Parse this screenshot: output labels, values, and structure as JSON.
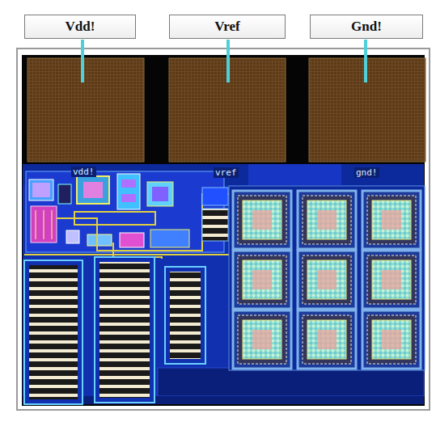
{
  "diagram": {
    "nodes": [
      {
        "text": [
          "Vdd!"
        ]
      },
      {
        "text": [
          "Vref"
        ]
      },
      {
        "text": [
          "Gnd!"
        ]
      }
    ],
    "labels": [
      "vdd!",
      "vref",
      "gnd!"
    ]
  }
}
